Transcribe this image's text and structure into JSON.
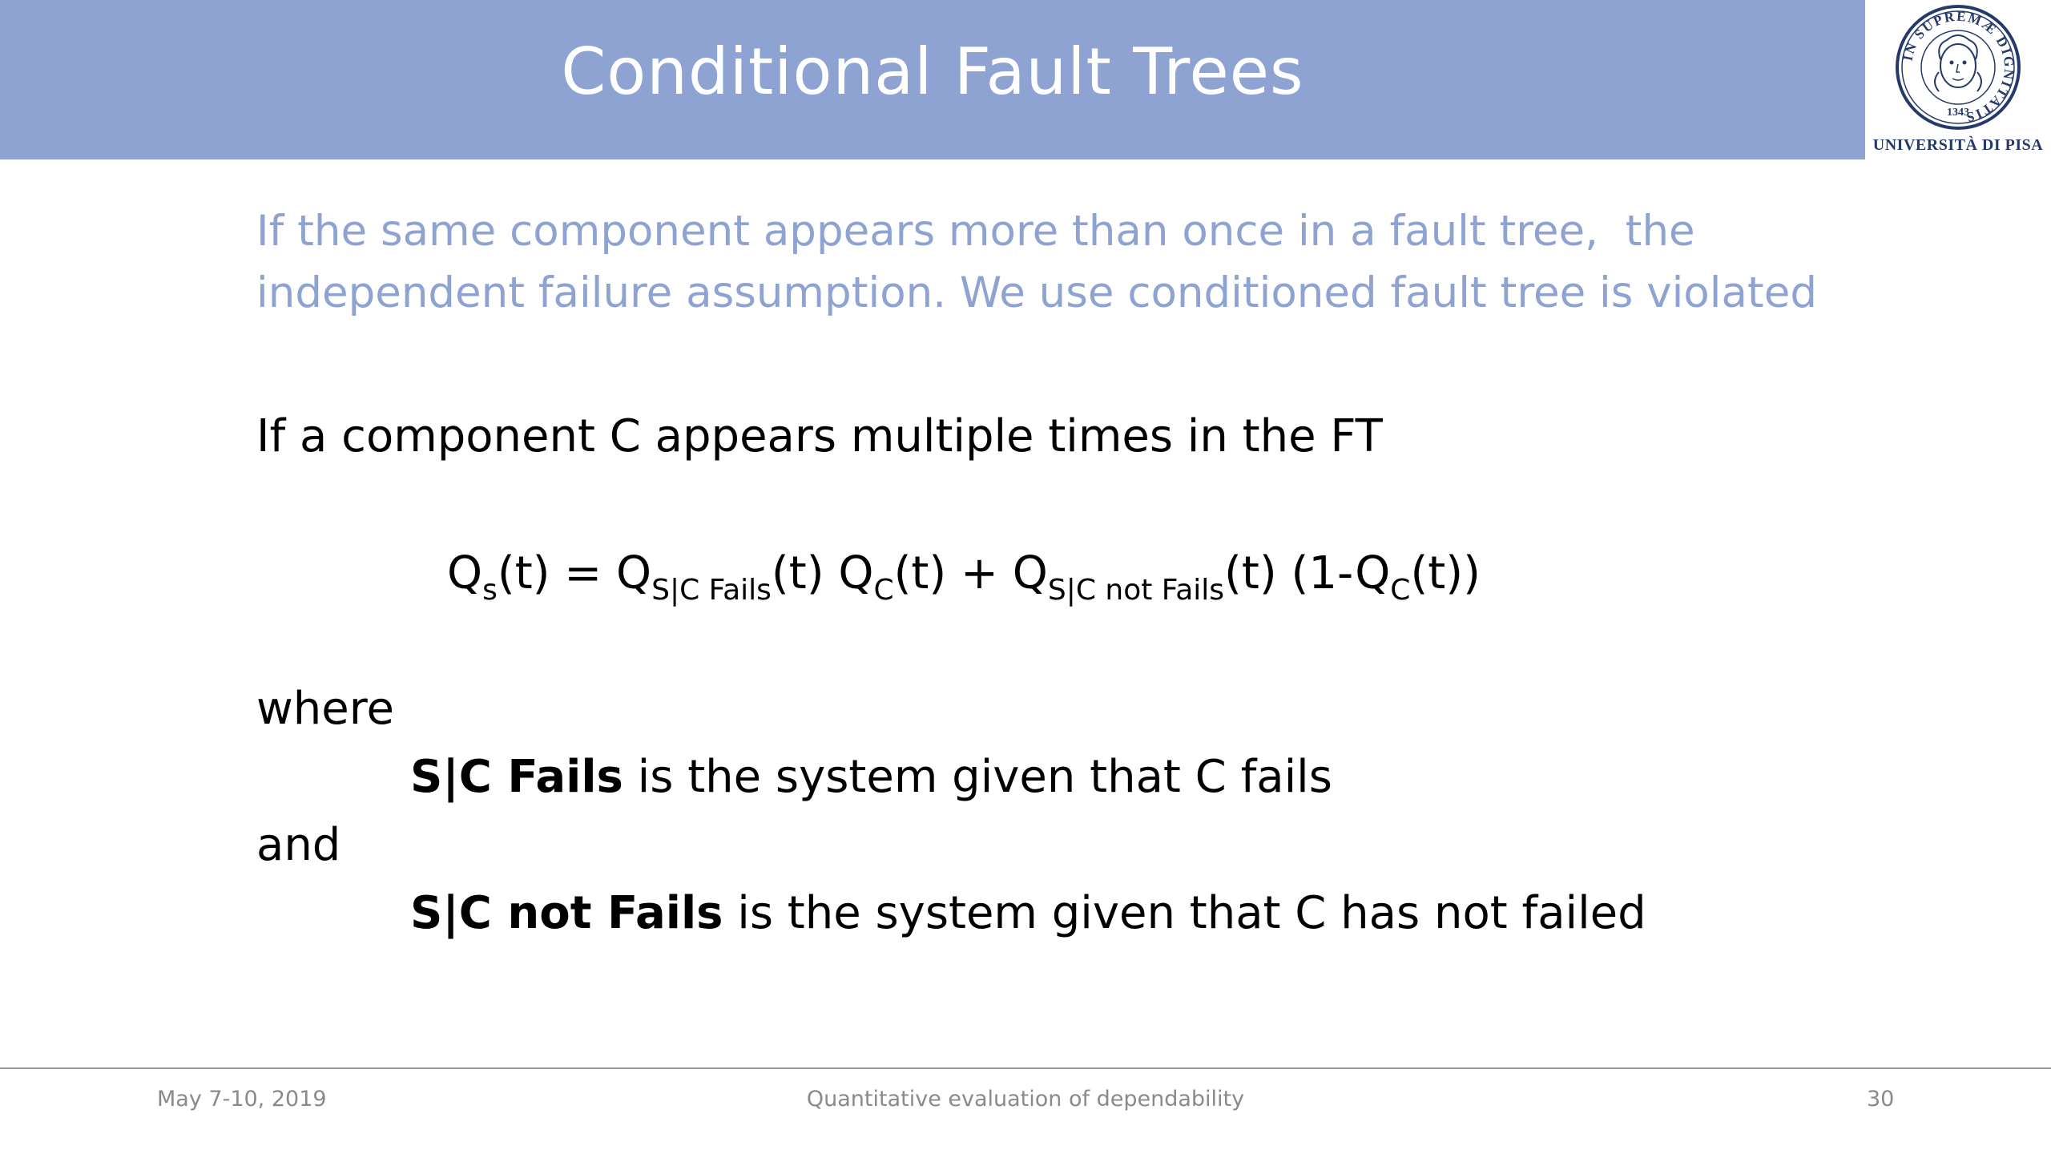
{
  "slide": {
    "title": "Conditional Fault Trees",
    "logo": {
      "caption": "UNIVERSITÀ DI PISA",
      "seal_text": "IN SUPREMÆ DIGNITATIS",
      "seal_year": "1343"
    },
    "intro_lines": [
      "If the same component appears more than once in a fault tree,  the",
      "independent failure assumption. We use conditioned fault tree is violated"
    ],
    "main_line": "If a component C appears multiple times in the FT",
    "formula": {
      "p1": "Q",
      "s1": "s",
      "p2": "(t) = Q",
      "s2": "S|C Fails",
      "p3": "(t) Q",
      "s3": "C",
      "p4": "(t) + Q",
      "s4": "S|C not Fails",
      "p5": "(t) (1-Q",
      "s5": "C",
      "p6": "(t))"
    },
    "where_word": "where",
    "def1": {
      "term": "S|C Fails",
      "text": " is the system given that C fails"
    },
    "and_word": "and",
    "def2": {
      "term": "S|C not Fails",
      "text": " is the system given that C has not failed"
    },
    "footer": {
      "date": "May 7-10, 2019",
      "center": "Quantitative evaluation of dependability",
      "page": "30"
    },
    "colors": {
      "header_band": "#8fa3d2",
      "title_text": "#ffffff",
      "intro_text": "#8fa3d2",
      "logo_blue": "#253a6b",
      "footer_text": "#8a8a8a"
    }
  }
}
